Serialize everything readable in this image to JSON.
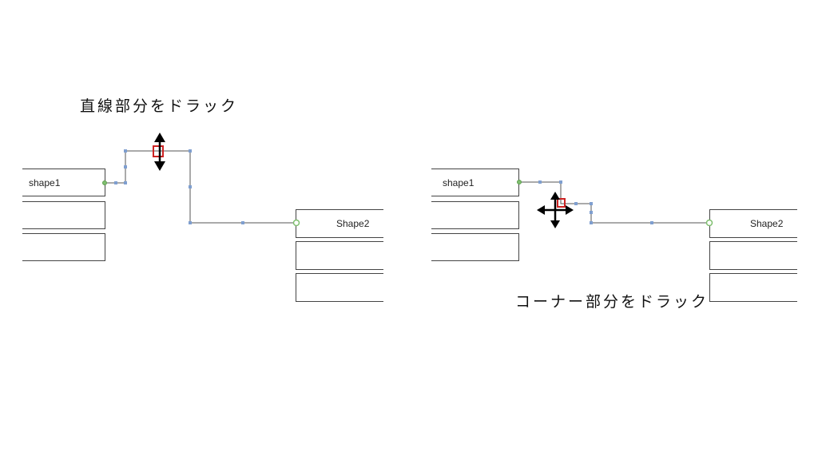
{
  "panel_straight": {
    "caption": "直線部分をドラック",
    "shape1": {
      "label": "shape1"
    },
    "shape2": {
      "label": "Shape2"
    }
  },
  "panel_corner": {
    "caption": "コーナー部分をドラック",
    "shape1": {
      "label": "shape1"
    },
    "shape2": {
      "label": "Shape2"
    }
  },
  "colors": {
    "connector": "#555555",
    "handle": "#7f9fd0",
    "endpoint": "#7fbf6f",
    "drag_marker": "#cc2222",
    "cursor": "#000000",
    "box_border": "#444444"
  }
}
